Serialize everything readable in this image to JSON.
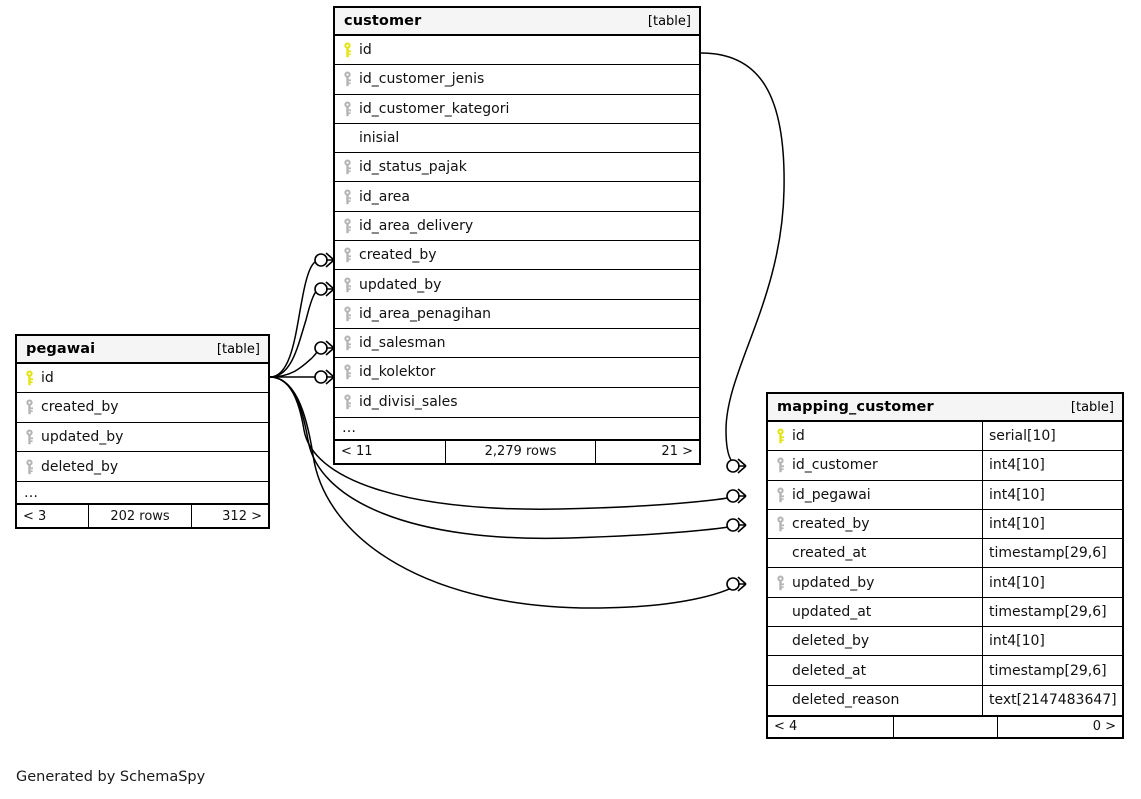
{
  "diagram": {
    "footer_text": "Generated by SchemaSpy",
    "table_tag": "[table]",
    "ellipsis": "…",
    "pk_icon": "key-icon-primary",
    "fk_icon": "key-icon-foreign",
    "colors": {
      "primary_key": "#e3e312",
      "foreign_key": "#b4b4b4",
      "border": "#000000",
      "header_bg": "#f5f5f5",
      "background": "#ffffff",
      "text": "#111111"
    }
  },
  "tables": {
    "customer": {
      "name": "customer",
      "tag": "[table]",
      "columns": [
        {
          "name": "id",
          "key": "primary"
        },
        {
          "name": "id_customer_jenis",
          "key": "foreign"
        },
        {
          "name": "id_customer_kategori",
          "key": "foreign"
        },
        {
          "name": "inisial",
          "key": "none"
        },
        {
          "name": "id_status_pajak",
          "key": "foreign"
        },
        {
          "name": "id_area",
          "key": "foreign"
        },
        {
          "name": "id_area_delivery",
          "key": "foreign"
        },
        {
          "name": "created_by",
          "key": "foreign"
        },
        {
          "name": "updated_by",
          "key": "foreign"
        },
        {
          "name": "id_area_penagihan",
          "key": "foreign"
        },
        {
          "name": "id_salesman",
          "key": "foreign"
        },
        {
          "name": "id_kolektor",
          "key": "foreign"
        },
        {
          "name": "id_divisi_sales",
          "key": "foreign"
        }
      ],
      "more_indicator": "…",
      "footer": {
        "left": "< 11",
        "middle": "2,279 rows",
        "right": "21 >"
      }
    },
    "pegawai": {
      "name": "pegawai",
      "tag": "[table]",
      "columns": [
        {
          "name": "id",
          "key": "primary"
        },
        {
          "name": "created_by",
          "key": "foreign"
        },
        {
          "name": "updated_by",
          "key": "foreign"
        },
        {
          "name": "deleted_by",
          "key": "foreign"
        }
      ],
      "more_indicator": "…",
      "footer": {
        "left": "< 3",
        "middle": "202 rows",
        "right": "312 >"
      }
    },
    "mapping_customer": {
      "name": "mapping_customer",
      "tag": "[table]",
      "columns": [
        {
          "name": "id",
          "key": "primary",
          "type": "serial[10]"
        },
        {
          "name": "id_customer",
          "key": "foreign",
          "type": "int4[10]"
        },
        {
          "name": "id_pegawai",
          "key": "foreign",
          "type": "int4[10]"
        },
        {
          "name": "created_by",
          "key": "foreign",
          "type": "int4[10]"
        },
        {
          "name": "created_at",
          "key": "none",
          "type": "timestamp[29,6]"
        },
        {
          "name": "updated_by",
          "key": "foreign",
          "type": "int4[10]"
        },
        {
          "name": "updated_at",
          "key": "none",
          "type": "timestamp[29,6]"
        },
        {
          "name": "deleted_by",
          "key": "none",
          "type": "int4[10]"
        },
        {
          "name": "deleted_at",
          "key": "none",
          "type": "timestamp[29,6]"
        },
        {
          "name": "deleted_reason",
          "key": "none",
          "type": "text[2147483647]"
        }
      ],
      "footer": {
        "left": "< 4",
        "middle": "",
        "right": "0 >"
      }
    }
  },
  "relationships": [
    {
      "from_table": "customer",
      "from_column": "id",
      "to_table": "mapping_customer",
      "to_column": "id_customer"
    },
    {
      "from_table": "pegawai",
      "from_column": "id",
      "to_table": "customer",
      "to_column": "created_by"
    },
    {
      "from_table": "pegawai",
      "from_column": "id",
      "to_table": "customer",
      "to_column": "updated_by"
    },
    {
      "from_table": "pegawai",
      "from_column": "id",
      "to_table": "customer",
      "to_column": "id_salesman"
    },
    {
      "from_table": "pegawai",
      "from_column": "id",
      "to_table": "customer",
      "to_column": "id_kolektor"
    },
    {
      "from_table": "pegawai",
      "from_column": "id",
      "to_table": "mapping_customer",
      "to_column": "id_pegawai"
    },
    {
      "from_table": "pegawai",
      "from_column": "id",
      "to_table": "mapping_customer",
      "to_column": "created_by"
    },
    {
      "from_table": "pegawai",
      "from_column": "id",
      "to_table": "mapping_customer",
      "to_column": "updated_by"
    }
  ]
}
